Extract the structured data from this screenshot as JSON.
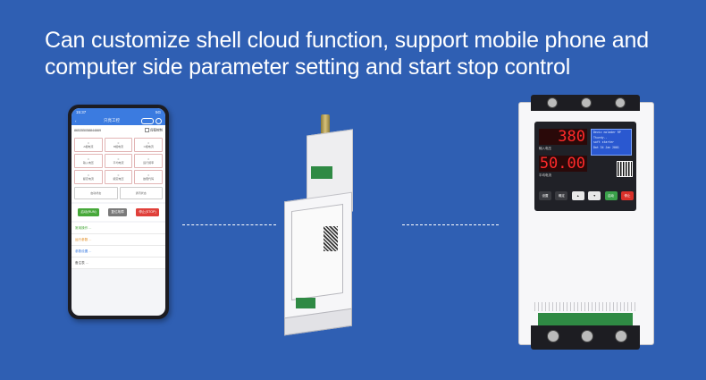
{
  "headline": {
    "line1": "Can customize shell cloud function, support mobile phone and",
    "line2": "computer side parameter setting and start stop control"
  },
  "phone": {
    "status_time": "15:37",
    "status_right": "5G",
    "app_title": "只亮工控",
    "device_id": "865355058844669",
    "online_check": "远程控制",
    "grid": [
      {
        "value": "0",
        "label": "A相电流"
      },
      {
        "value": "0",
        "label": "B相电流"
      },
      {
        "value": "0",
        "label": "C相电流"
      },
      {
        "value": "0",
        "label": "输入电压"
      },
      {
        "value": "0",
        "label": "平均电流"
      },
      {
        "value": "0",
        "label": "运行频率"
      },
      {
        "value": "0",
        "label": "额定电流"
      },
      {
        "value": "0",
        "label": "额定电压"
      },
      {
        "value": "0",
        "label": "故障代码"
      }
    ],
    "status_cells": [
      {
        "label": "启动状态"
      },
      {
        "label": "通讯状态"
      }
    ],
    "buttons": {
      "start": "启动(RUN)",
      "reset": "复位故障",
      "stop": "停止(STOP)"
    },
    "menu": [
      "常用操作 ...",
      "运行参数 ...",
      "参数设置 ...",
      "备注表 ..."
    ]
  },
  "module": {
    "title": "只亮工控远程联网控制器"
  },
  "starter": {
    "display1": "380",
    "display1_label": "输入电压",
    "display2": "50.00",
    "display2_label": "平均电流",
    "lcd_lines": [
      "Devic nolader  RP",
      "Thurdy--",
      "soft starter",
      "Dat  34 Jan 2001"
    ],
    "keys": [
      "设置",
      "确定",
      "▲",
      "▼",
      "启动",
      "停止"
    ]
  }
}
